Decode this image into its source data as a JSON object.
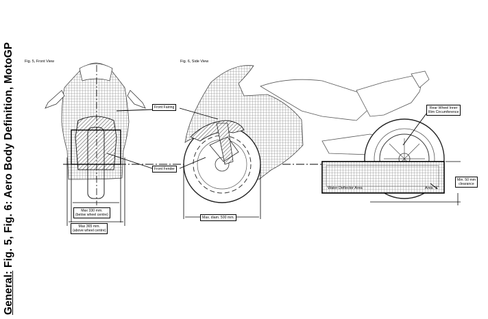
{
  "title": {
    "prefix": "General:",
    "rest": " Fig. 5, Fig. 6: Aero Body Definition, MotoGP"
  },
  "figures": {
    "front_caption": "Fig. 5, Front View",
    "side_caption": "Fig. 6, Side View"
  },
  "labels": {
    "front_fairing": "Front Fairing",
    "front_fender": "Front Fender",
    "rear_wheel_1": "Rear Wheel Inner",
    "rear_wheel_2": "Rim Circumference",
    "water_deflector": "Water Deflector Area",
    "area_x": "Area \"X\"",
    "min_clear_1": "Min. 50 mm",
    "min_clear_2": "clearance",
    "max330_1": "Max 330 mm.",
    "max330_2": "(below wheel centre)",
    "max365_1": "Max 365 mm.",
    "max365_2": "(above wheel centre)",
    "max_diam": "Max. diam. 500 mm."
  },
  "colors": {
    "line": "#000000",
    "hatch": "#9a9a9a",
    "background": "#ffffff"
  }
}
